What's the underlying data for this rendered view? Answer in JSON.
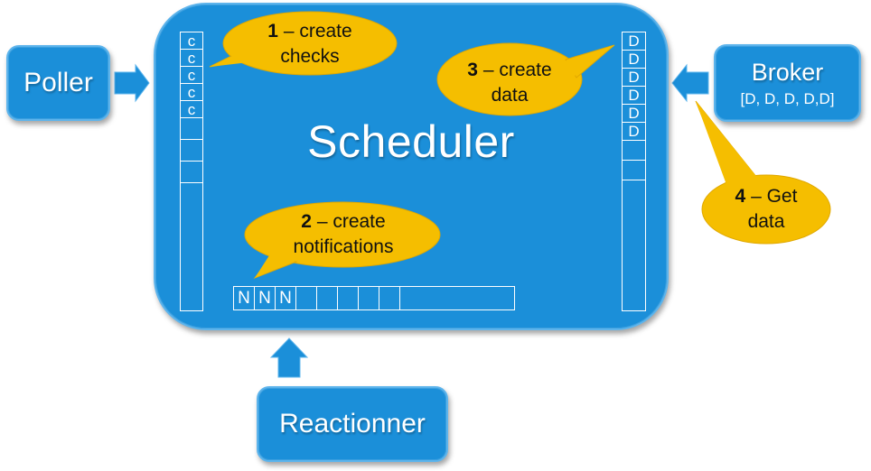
{
  "scheduler": {
    "title": "Scheduler"
  },
  "poller": {
    "label": "Poller"
  },
  "broker": {
    "label": "Broker",
    "sublabel": "[D, D, D, D,D]"
  },
  "reactionner": {
    "label": "Reactionner"
  },
  "queues": {
    "checks": {
      "items": [
        "c",
        "c",
        "c",
        "c",
        "c"
      ],
      "empty_slots": 3
    },
    "data": {
      "items": [
        "D",
        "D",
        "D",
        "D",
        "D",
        "D"
      ],
      "empty_slots": 2
    },
    "notifications": {
      "items": [
        "N",
        "N",
        "N"
      ],
      "empty_slots": 5
    }
  },
  "callouts": [
    {
      "step": "1",
      "line1": " – create",
      "line2": "checks"
    },
    {
      "step": "2",
      "line1": " – create",
      "line2": "notifications"
    },
    {
      "step": "3",
      "line1": " – create",
      "line2": "data"
    },
    {
      "step": "4",
      "line1": " – Get",
      "line2": "data"
    }
  ],
  "colors": {
    "box": "#1b8fd9",
    "box_border": "#5db4ec",
    "callout": "#f5be00",
    "queue_line": "#ffffff"
  }
}
